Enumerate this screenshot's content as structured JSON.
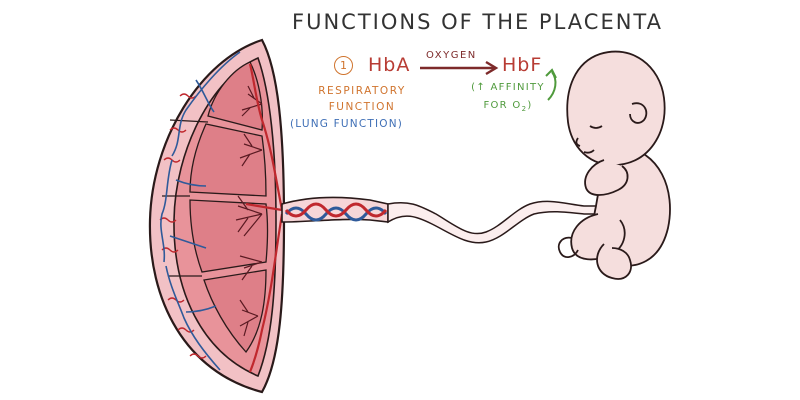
{
  "title": "Functions of the Placenta",
  "step_number": "1",
  "left_molecule": "HbA",
  "arrow_label": "Oxygen",
  "right_molecule": "HbF",
  "function_line1": "Respiratory",
  "function_line2": "Function",
  "function_note": "(Lung Function)",
  "affinity_line1": "(↑ Affinity",
  "affinity_line2_prefix": "For O",
  "affinity_line2_sub": "2",
  "affinity_line2_suffix": ")",
  "colors": {
    "placenta_fill": "#e8939a",
    "placenta_deep": "#b8343b",
    "placenta_outline": "#2a1a1a",
    "vein_blue": "#2f5a9a",
    "artery_red": "#c0282e",
    "fetus_skin": "#f5dedd",
    "orange_text": "#d0742e",
    "blue_text": "#3f6fb6",
    "green_text": "#4f9a3c",
    "maroon_text": "#b83c34"
  }
}
